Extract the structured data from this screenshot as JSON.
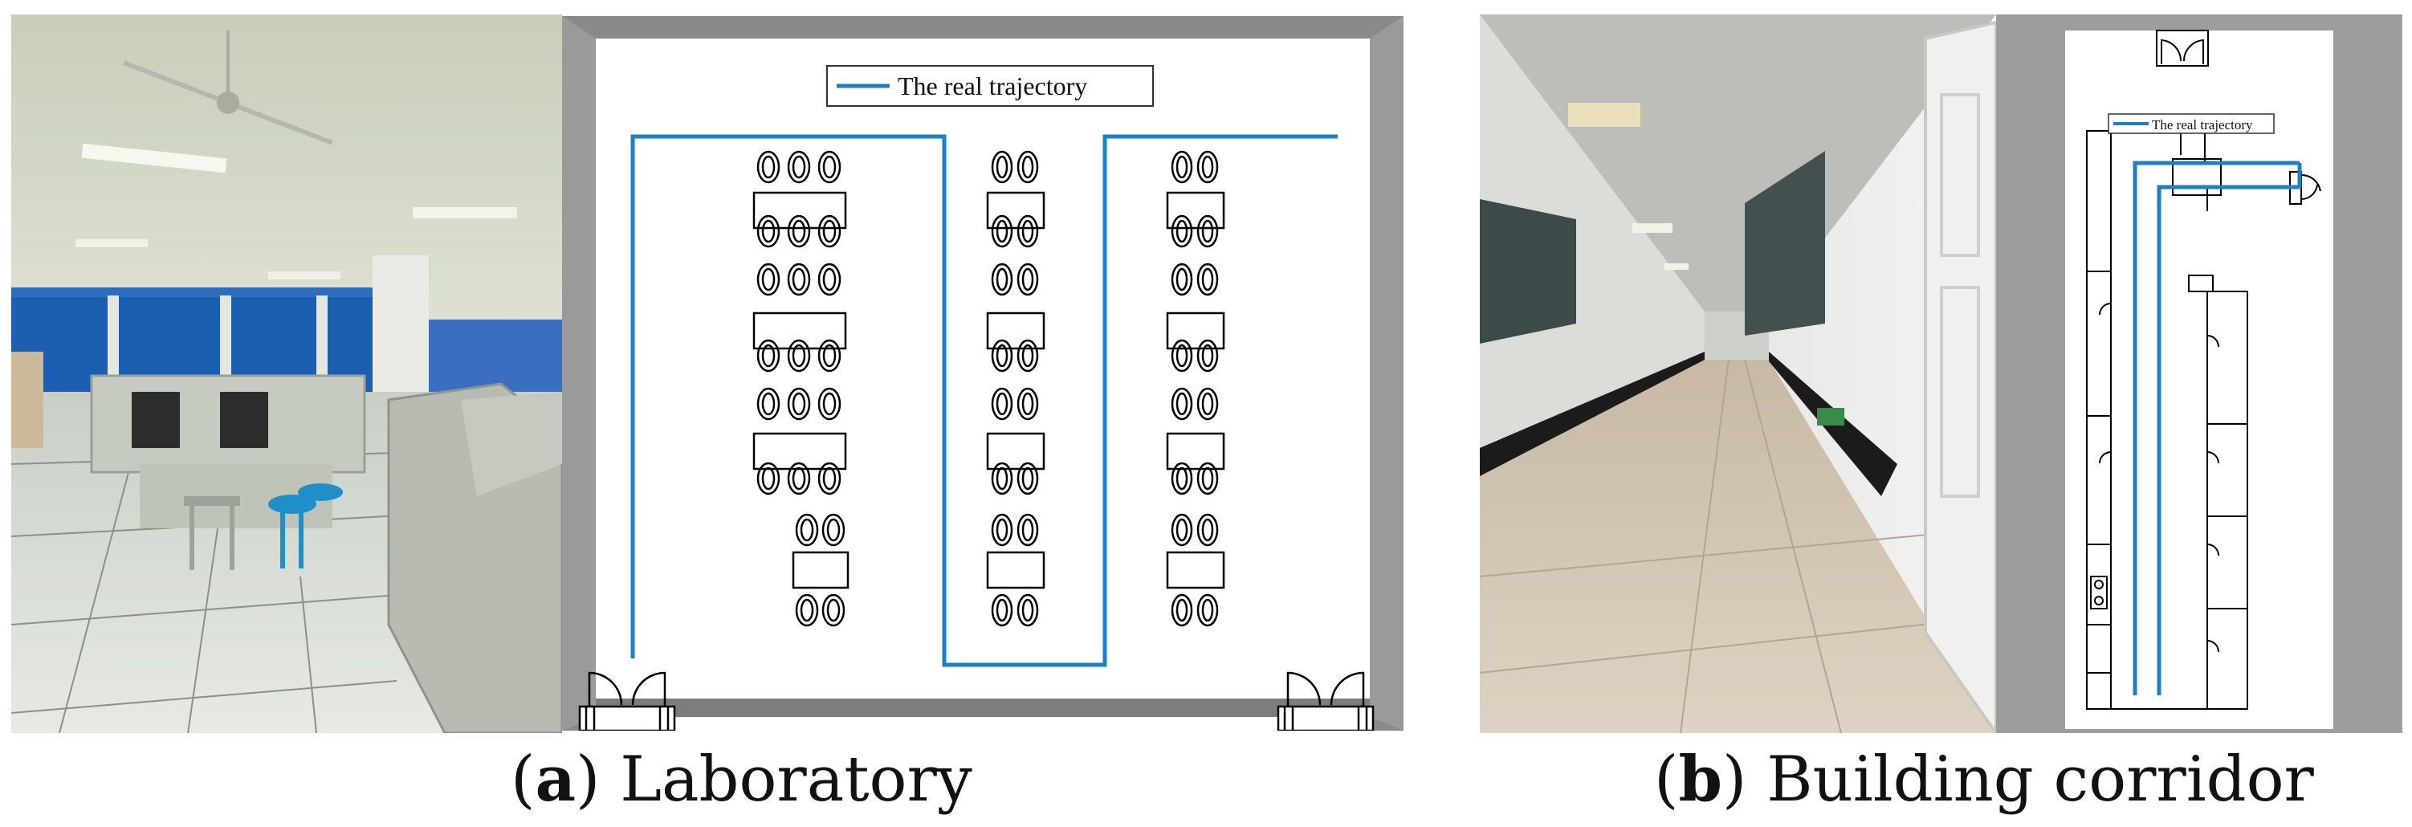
{
  "panel_a": {
    "letter": "a",
    "caption": "Laboratory",
    "legend": "The real trajectory",
    "photo_subject": "laboratory-photo",
    "colors": {
      "trajectory": "#1f7fc4",
      "wall": "#8a8a8a",
      "furniture": "#000000"
    }
  },
  "panel_b": {
    "letter": "b",
    "caption": "Building corridor",
    "legend": "The real trajectory",
    "photo_subject": "corridor-photo",
    "colors": {
      "trajectory": "#1f7fc4",
      "wall": "#9b9b9b"
    }
  }
}
